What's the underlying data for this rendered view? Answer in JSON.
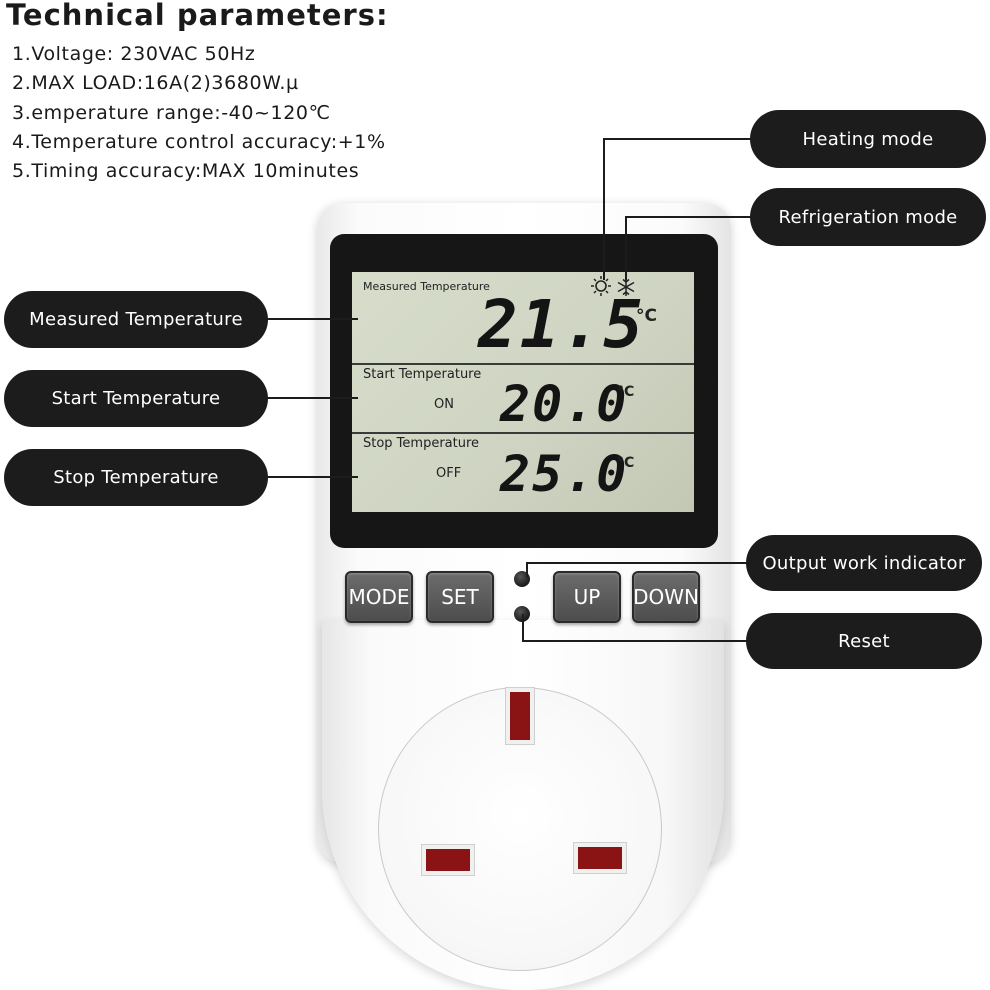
{
  "heading": "Technical parameters:",
  "specs": [
    "1.Voltage: 230VAC 50Hz",
    "2.MAX LOAD:16A(2)3680W.µ",
    "3.emperature range:-40~120℃",
    "4.Temperature control accuracy:+1%",
    "5.Timing accuracy:MAX 10minutes"
  ],
  "callouts": {
    "heating_mode": "Heating mode",
    "refrigeration_mode": "Refrigeration mode",
    "measured_temperature": "Measured Temperature",
    "start_temperature": "Start Temperature",
    "stop_temperature": "Stop Temperature",
    "output_indicator": "Output work indicator",
    "reset": "Reset"
  },
  "display": {
    "measured_label": "Measured Temperature",
    "measured_value": "21.5",
    "start_label": "Start Temperature",
    "start_state": "ON",
    "start_value": "20.0",
    "stop_label": "Stop Temperature",
    "stop_state": "OFF",
    "stop_value": "25.0",
    "unit": "°C",
    "heating_icon": "sun-icon",
    "cooling_icon": "snowflake-icon"
  },
  "buttons": {
    "mode": "MODE",
    "set": "SET",
    "up": "UP",
    "down": "DOWN"
  },
  "colors": {
    "pill_bg": "#1c1c1c",
    "lcd_bg": "#d3d8c6",
    "button_bg": "#5a5a5a",
    "slot": "#8a1414"
  }
}
